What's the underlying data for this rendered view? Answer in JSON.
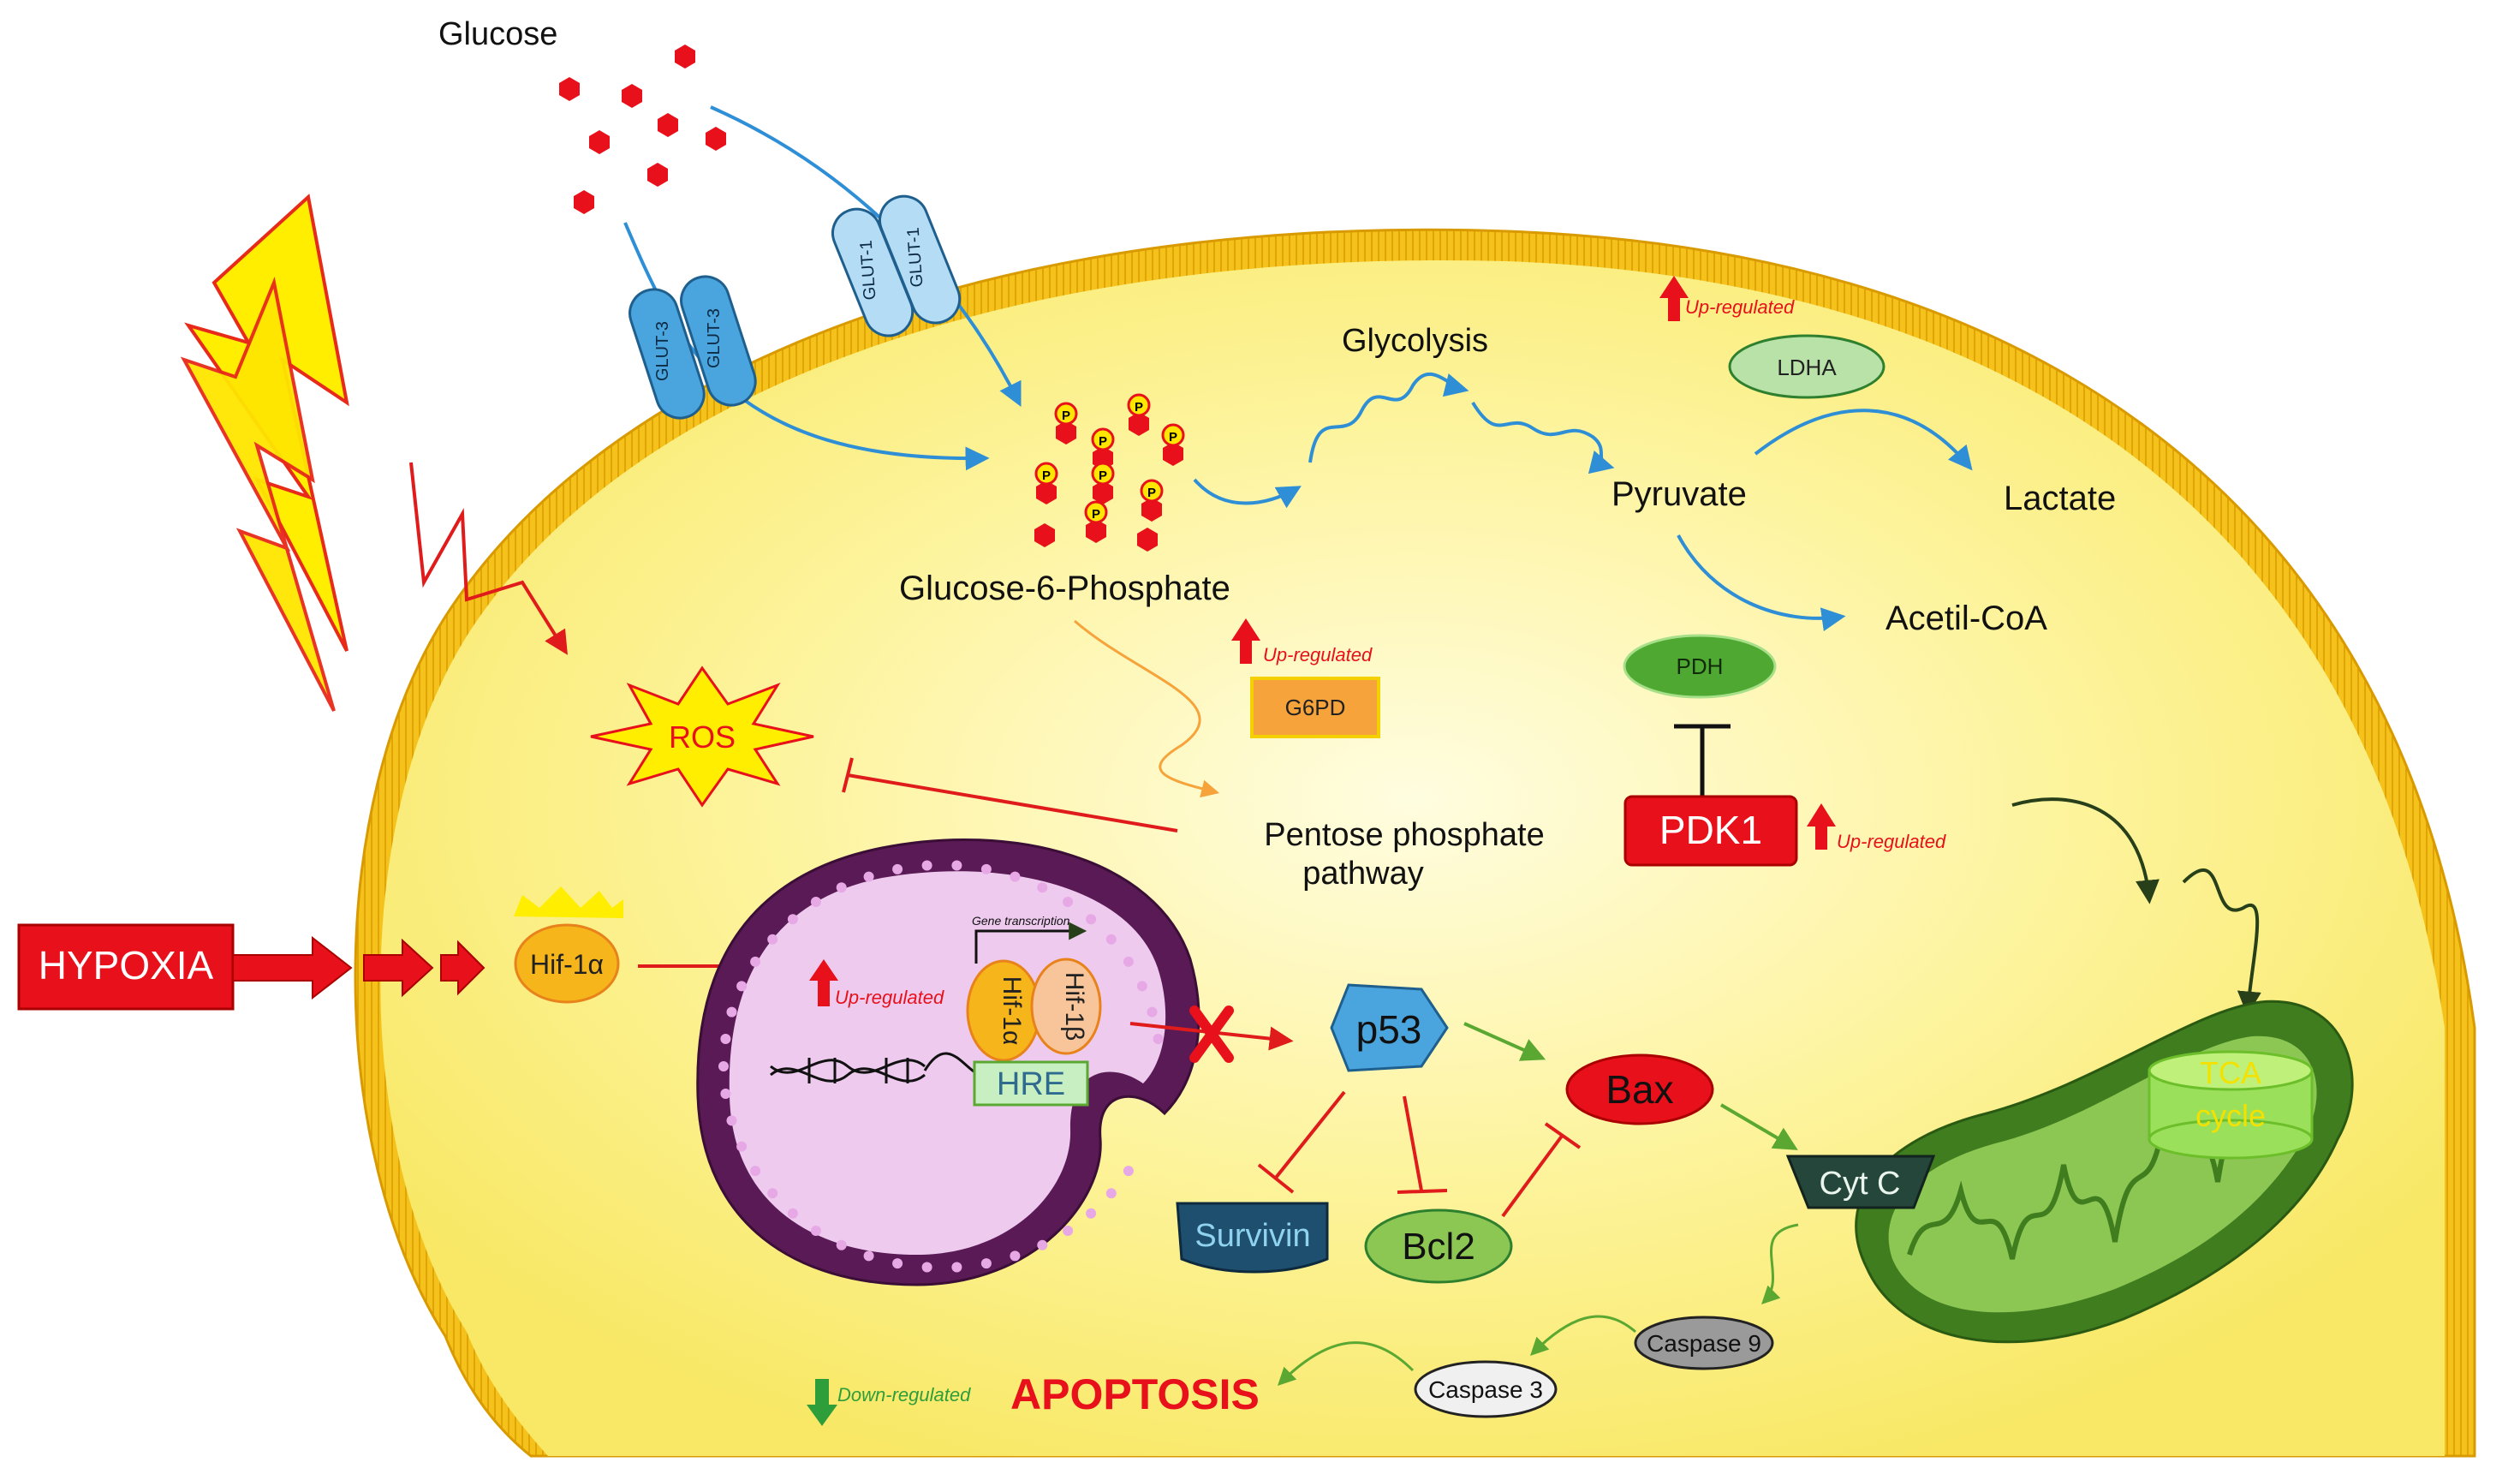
{
  "labels": {
    "glucose": "Glucose",
    "glut3": "GLUT-3",
    "glut1": "GLUT-1",
    "phospho": "P",
    "g6p": "Glucose-6-Phosphate",
    "glycolysis": "Glycolysis",
    "pyruvate": "Pyruvate",
    "lactate": "Lactate",
    "acetil_coa": "Acetil-CoA",
    "ldha": "LDHA",
    "pdh": "PDH",
    "pdk1": "PDK1",
    "g6pd": "G6PD",
    "ros": "ROS",
    "ppp_line1": "Pentose phosphate",
    "ppp_line2": "pathway",
    "hypoxia": "HYPOXIA",
    "hif1a": "Hif-1α",
    "hif1a_complex": "Hif-1α",
    "hif1b_complex": "Hif-1β",
    "hre": "HRE",
    "gene_transcription": "Gene transcription",
    "p53": "p53",
    "bax": "Bax",
    "bcl2": "Bcl2",
    "survivin": "Survivin",
    "cytc": "Cyt C",
    "caspase9": "Caspase 9",
    "caspase3": "Caspase 3",
    "apoptosis": "APOPTOSIS",
    "tca_line1": "TCA",
    "tca_line2": "cycle"
  },
  "regulation": {
    "up": "Up-regulated",
    "down": "Down-regulated"
  },
  "colors": {
    "membrane": "#f5c21b",
    "cytoplasm": "#fdf39a",
    "arrow_blue": "#2f8fd6",
    "inhibit_red": "#e01b1b",
    "activate_green": "#5aa832",
    "nucleus_outer": "#5a1a55",
    "nucleus_inner": "#eecbee",
    "mito_outer": "#3f7d1f",
    "mito_inner": "#8cc653"
  }
}
